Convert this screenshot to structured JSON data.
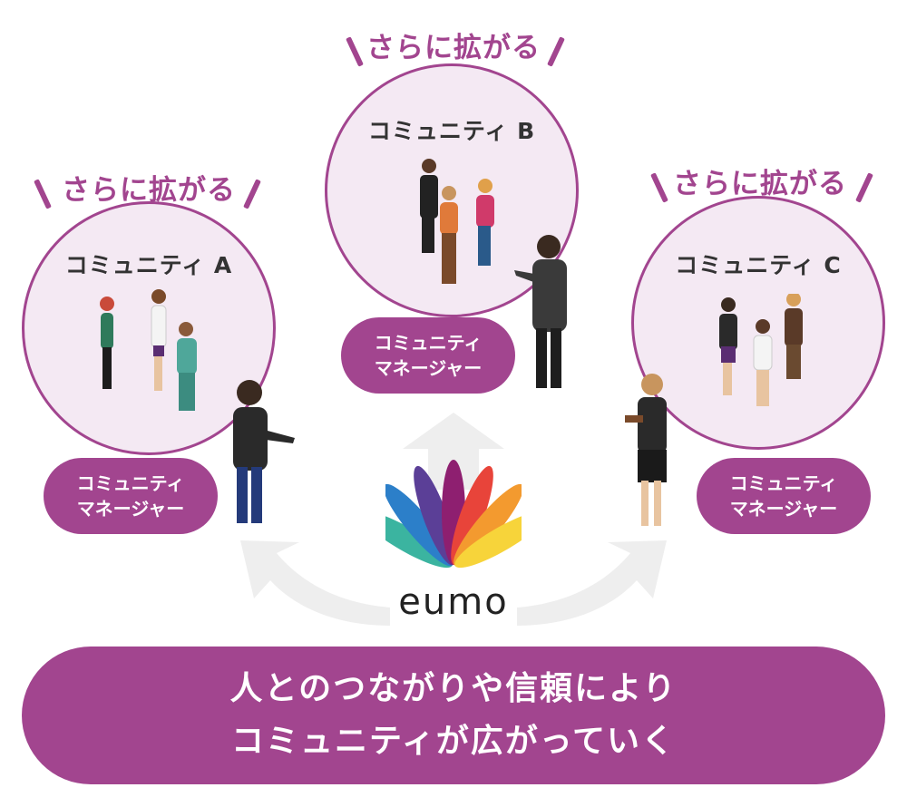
{
  "spread_label": "さらに拡がる",
  "communities": {
    "a": {
      "title": "コミュニティ A"
    },
    "b": {
      "title": "コミュニティ B"
    },
    "c": {
      "title": "コミュニティ C"
    }
  },
  "manager": {
    "line1": "コミュニティ",
    "line2": "マネージャー"
  },
  "logo_text": "eumo",
  "banner": {
    "line1": "人とのつながりや信頼により",
    "line2": "コミュニティが広がっていく"
  },
  "colors": {
    "accent": "#a2458f",
    "circle_fill": "#f4e9f3",
    "arrow": "#eeeeee",
    "logo_petals": [
      "#3bb4a0",
      "#2c7fc9",
      "#5b3f97",
      "#8e1f70",
      "#e8443a",
      "#f39a2f",
      "#f7d43a"
    ]
  }
}
